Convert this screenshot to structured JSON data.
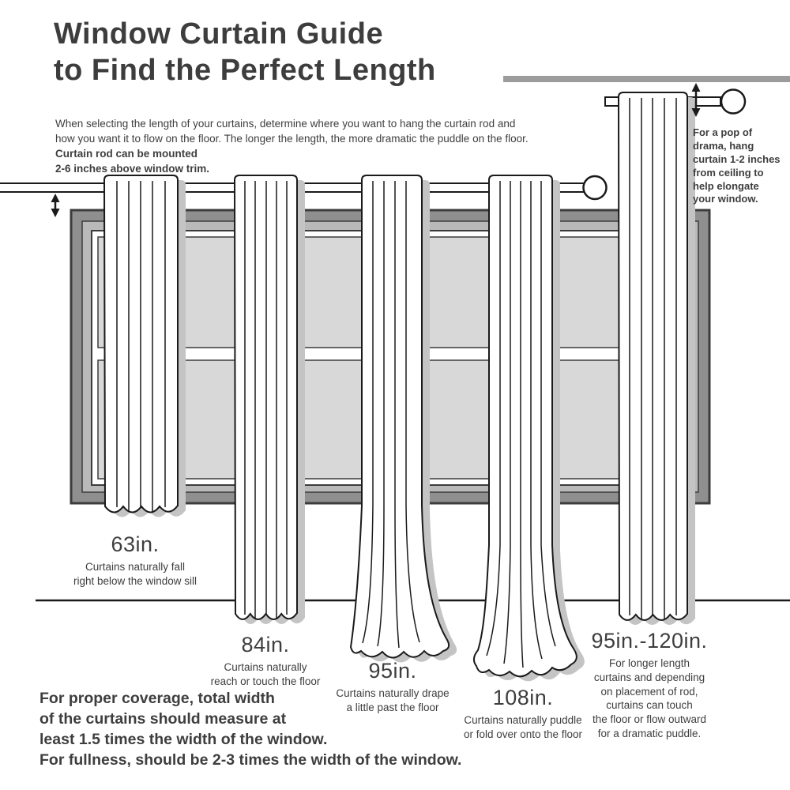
{
  "title": "Window Curtain Guide\nto Find the Perfect Length",
  "intro": "When selecting the length of your curtains, determine where you want to hang the curtain rod and\nhow you want it to flow on the floor. The longer the length, the more dramatic the puddle on the floor.",
  "rod_note": "Curtain rod can be mounted\n2-6 inches above window trim.",
  "drama_note": "For a pop of\ndrama, hang\ncurtain 1-2 inches\nfrom ceiling to\nhelp elongate\nyour window.",
  "lengths": [
    {
      "size": "63in.",
      "desc": "Curtains naturally fall\nright below the window sill"
    },
    {
      "size": "84in.",
      "desc": "Curtains naturally\nreach or touch the floor"
    },
    {
      "size": "95in.",
      "desc": "Curtains naturally drape\na little past the floor"
    },
    {
      "size": "108in.",
      "desc": "Curtains naturally puddle\nor fold over onto the floor"
    },
    {
      "size": "95in.-120in.",
      "desc": "For longer length\ncurtains and depending\non placement of rod,\ncurtains can touch\nthe floor or flow outward\nfor a dramatic puddle."
    }
  ],
  "footer": "For proper coverage, total width\nof the curtains should measure at\nleast 1.5 times the width of the window.\nFor fullness, should be 2-3 times the width of the window.",
  "colors": {
    "text": "#3e3e3e",
    "outline": "#1a1a1a",
    "frame_dark": "#3c3c3c",
    "frame_gray": "#8f8f8f",
    "frame_light": "#b9b9b9",
    "pane": "#d8d8d8",
    "shadow": "#c4c4c4",
    "ceiling": "#9c9c9c"
  }
}
